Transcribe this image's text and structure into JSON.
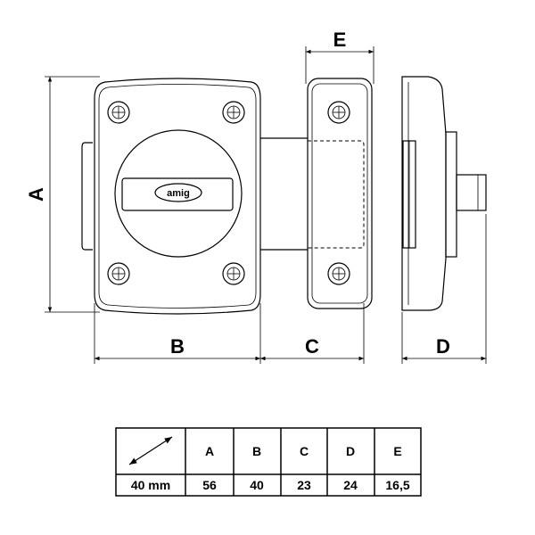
{
  "diagram": {
    "logo_text": "amig",
    "dimension_labels": {
      "A": "A",
      "B": "B",
      "C": "C",
      "D": "D",
      "E": "E"
    }
  },
  "spec_table": {
    "headers": [
      "A",
      "B",
      "C",
      "D",
      "E"
    ],
    "rows": [
      {
        "size": "40 mm",
        "values": [
          "56",
          "40",
          "23",
          "24",
          "16,5"
        ]
      }
    ]
  }
}
